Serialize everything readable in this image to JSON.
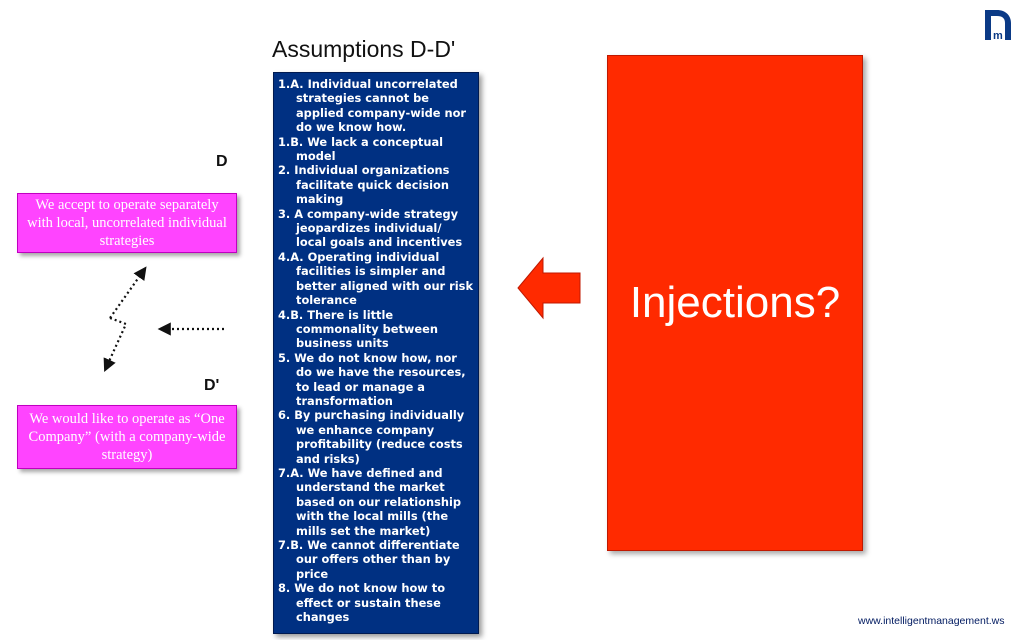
{
  "title": "Assumptions D-D'",
  "labels": {
    "d": "D",
    "d_prime": "D'"
  },
  "box_d_text": "We accept to operate separately with local, uncorrelated individual strategies",
  "box_dprime_text": "We would like to operate as “One Company” (with a company-wide strategy)",
  "assumptions": [
    "1.A. Individual uncorrelated strategies cannot be applied company-wide nor do we know how.",
    "1.B. We lack a conceptual model",
    "2. Individual organizations facilitate quick decision making",
    "3. A company-wide strategy jeopardizes individual/ local goals and incentives",
    "4.A. Operating individual facilities is simpler and better aligned with our risk tolerance",
    "4.B. There is little commonality between business units",
    "5. We do not know how, nor do we have the resources, to lead or manage a transformation",
    "6. By purchasing individually we enhance company profitability (reduce costs and risks)",
    "7.A. We have defined and understand the market based on our relationship with the local mills (the mills set the market)",
    "7.B. We cannot differentiate our offers other than by price",
    "8.   We do not know how to effect or sustain these changes"
  ],
  "injections_text": "Injections?",
  "website": "www.intelligentmanagement.ws",
  "colors": {
    "magenta_box": "#ff44ff",
    "assumptions_bg": "#003082",
    "injections_bg": "#ff2a00",
    "arrow_red": "#ff2a00"
  },
  "logo_icon": "im-logo-icon"
}
